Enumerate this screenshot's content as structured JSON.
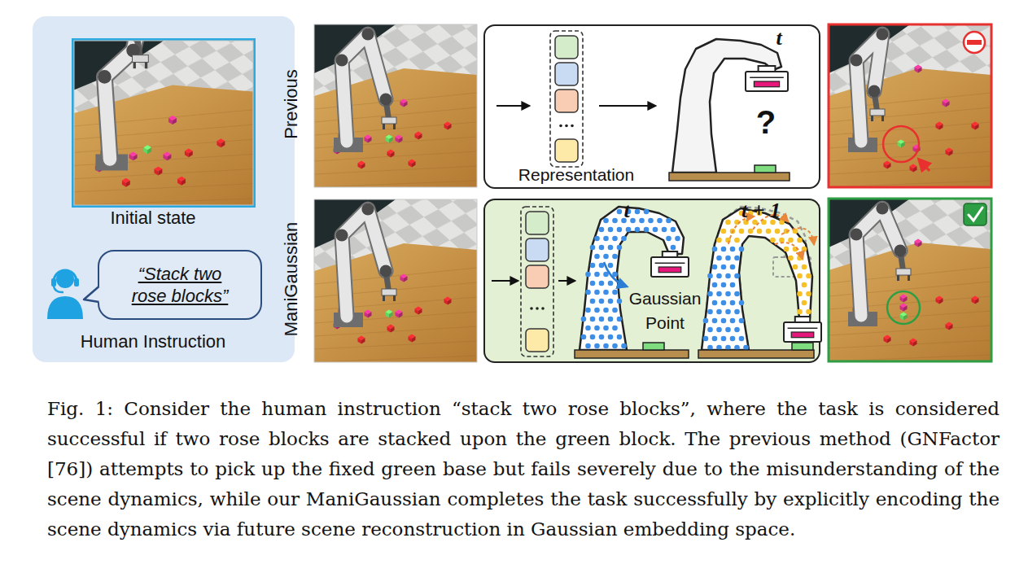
{
  "diagram": {
    "caption": "Fig. 1: Consider the human instruction “stack two rose blocks”, where the task is considered successful if two rose blocks are stacked upon the green block. The previous method (GNFactor [76]) attempts to pick up the fixed green base but fails severely due to the misunderstanding of the scene dynamics, while our ManiGaussian completes the task successfully by explicitly encoding the scene dynamics via future scene reconstruction in Gaussian embedding space.",
    "nodes": [
      {
        "text": [
          "Human Instruction"
        ]
      },
      {
        "text": [
          "Initial state"
        ],
        "in": 0
      },
      {
        "text": [
          "“Stack two rose blocks”"
        ],
        "in": 0
      },
      {
        "text": [
          "Representation"
        ]
      },
      {
        "text": [
          "Gaussian Point"
        ]
      }
    ],
    "labels": [
      "Previous",
      "ManiGaussian",
      "t",
      "?",
      "t",
      "t + 1"
    ]
  }
}
